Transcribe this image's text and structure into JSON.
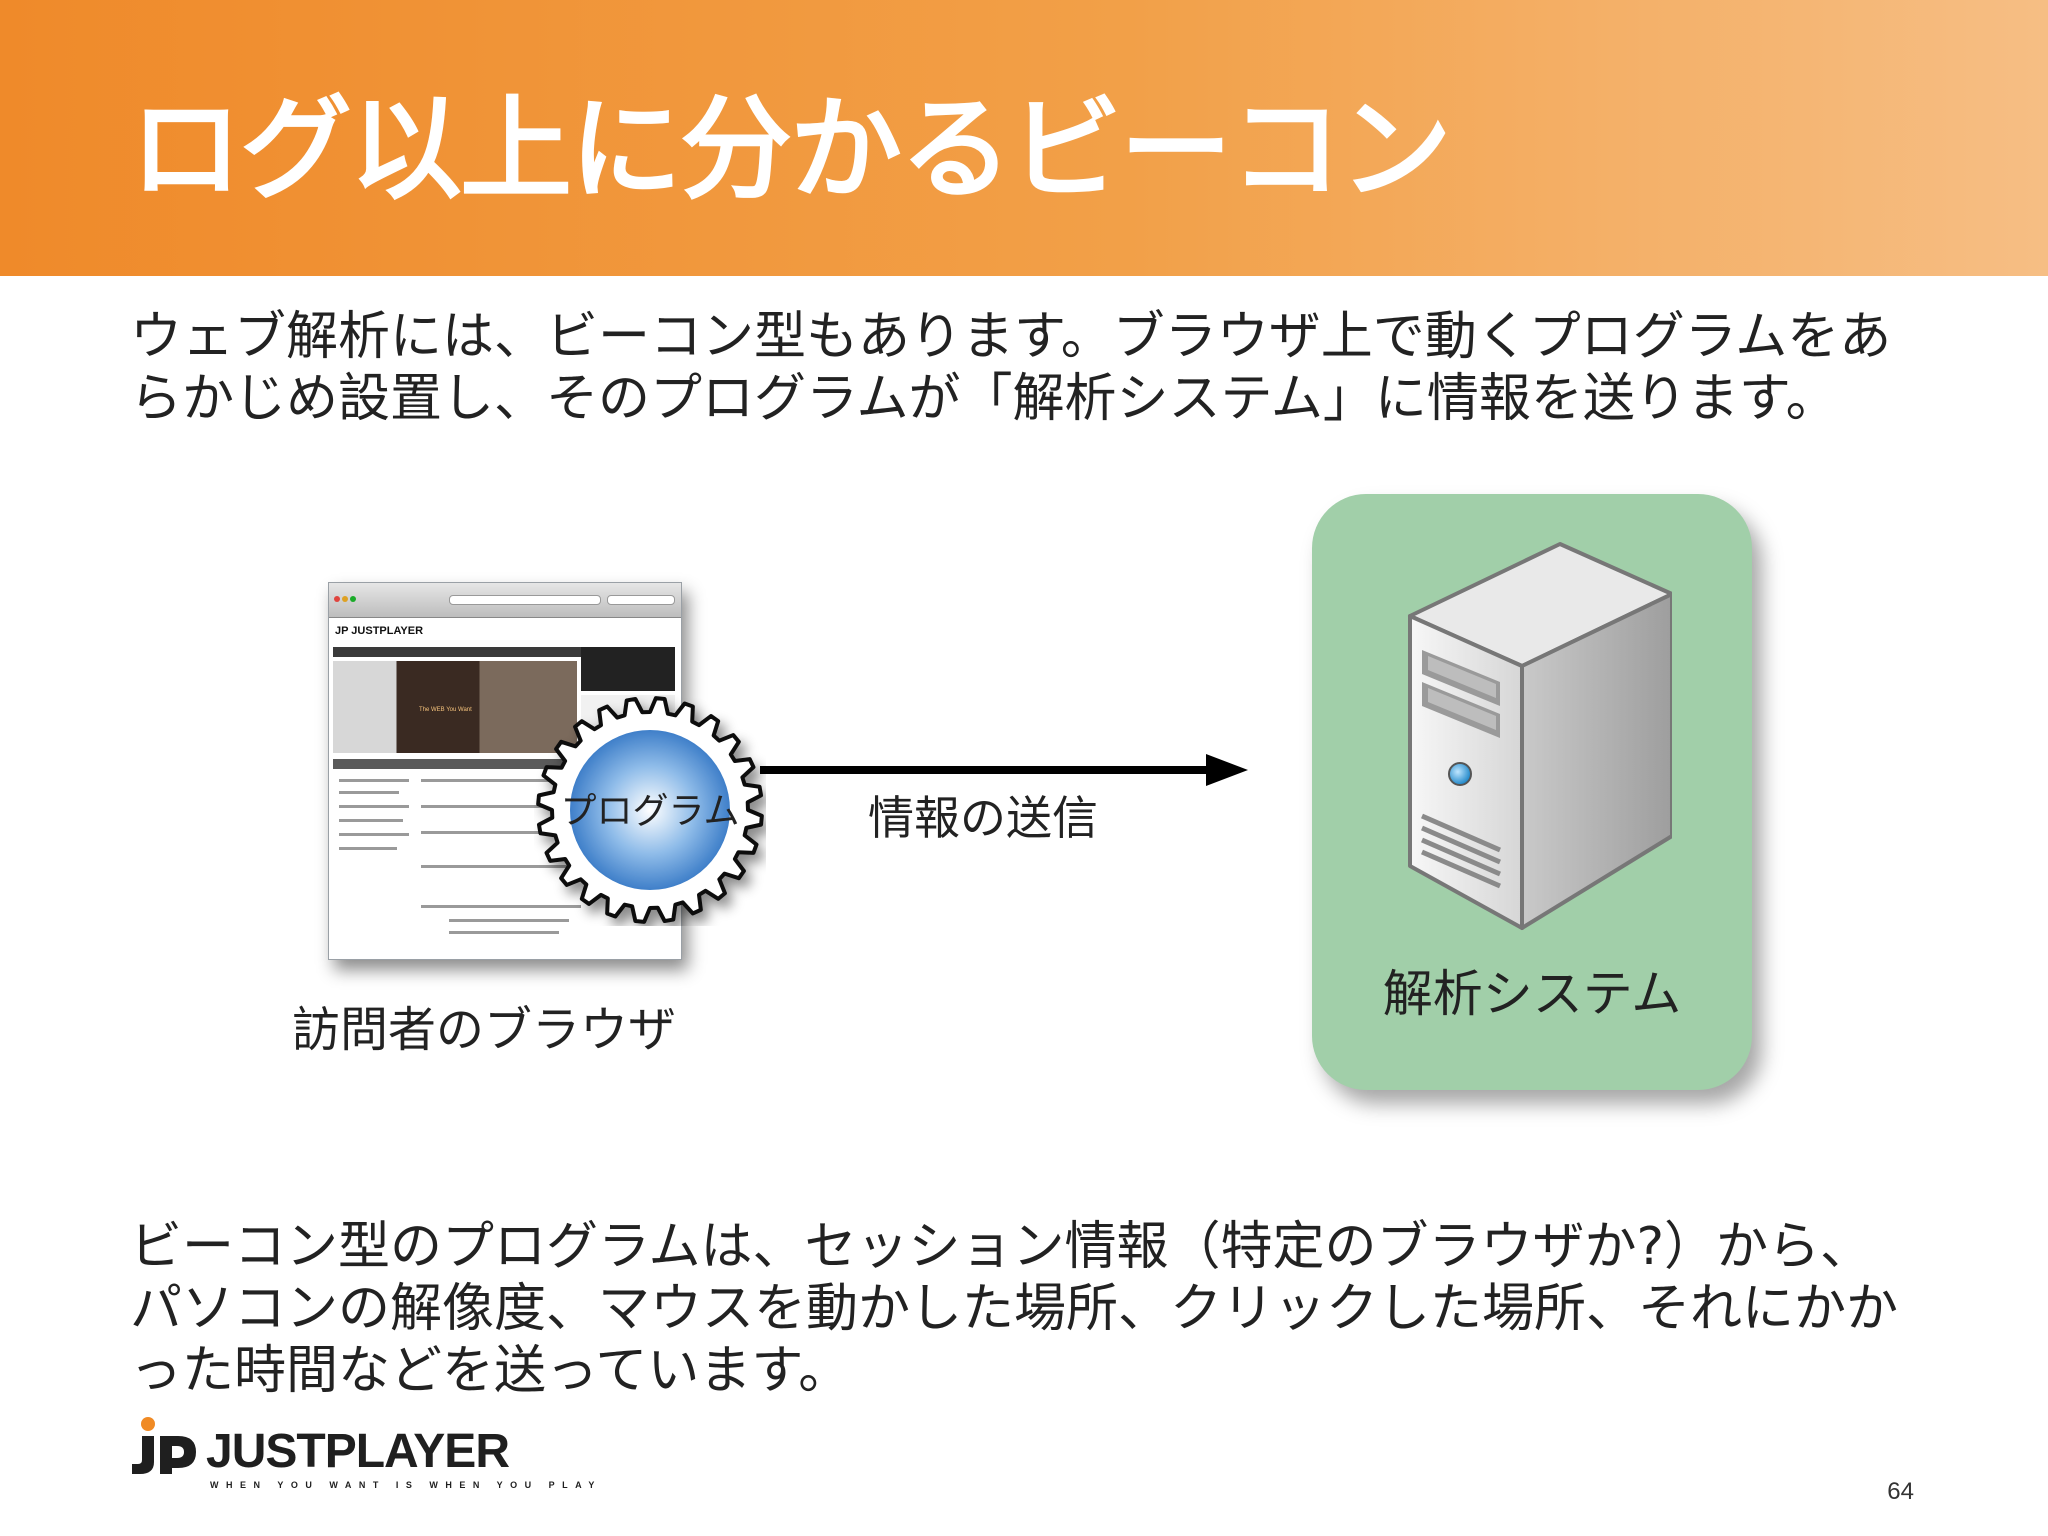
{
  "slide": {
    "title": "ログ以上に分かるビーコン",
    "intro": "ウェブ解析には、ビーコン型もあります。ブラウザ上で動くプログラムをあらかじめ設置し、そのプログラムが「解析システム」に情報を送ります。",
    "explanation": "ビーコン型のプログラムは、セッション情報（特定のブラウザか?）から、パソコンの解像度、マウスを動かした場所、クリックした場所、それにかかった時間などを送っています。",
    "page_number": "64"
  },
  "diagram": {
    "program_label": "プログラム",
    "arrow_label": "情報の送信",
    "browser_caption": "訪問者のブラウザ",
    "system_label": "解析システム",
    "browser_screenshot": {
      "logo_text": "JP JUSTPLAYER",
      "hero_text": "The WEB You Want"
    }
  },
  "branding": {
    "logo_name": "JUSTPLAYER",
    "tagline": "WHEN YOU WANT IS WHEN YOU PLAY",
    "logo_mark": "jp-logo-icon"
  },
  "colors": {
    "header_orange": "#ef8a2a",
    "system_box_green": "#a1cfa9",
    "program_blue": "#4e8fd6"
  }
}
